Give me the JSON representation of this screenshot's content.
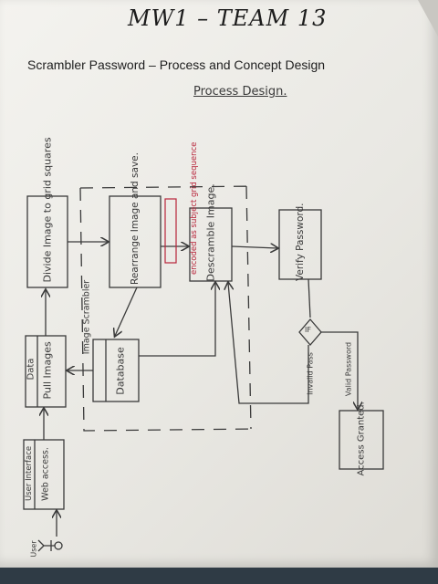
{
  "header": {
    "title": "MW1 – TEAM 13",
    "subtitle": "Scrambler Password – Process and Concept Design",
    "section_label": "Process Design."
  },
  "nodes": {
    "divide": "Divide Image to grid squares",
    "rearrange": "Rearrange Image and save.",
    "encoded": "encoded as subject grid sequence",
    "descramble": "Descramble Image.",
    "verify": "Verify Password.",
    "data_header": "Data",
    "pull_images": "Pull Images",
    "database": "Database",
    "ui_header": "User Interface",
    "web_access": "Web access.",
    "decision": "IF",
    "access_granted": "Access Granted."
  },
  "labels": {
    "image_scrambler": "Image  Scrambler",
    "invalid_pass": "Invalid Pass",
    "valid_password": "Valid Password",
    "user": "User"
  },
  "colors": {
    "ink": "#3a3a3a",
    "red_ink": "#b8243a"
  }
}
